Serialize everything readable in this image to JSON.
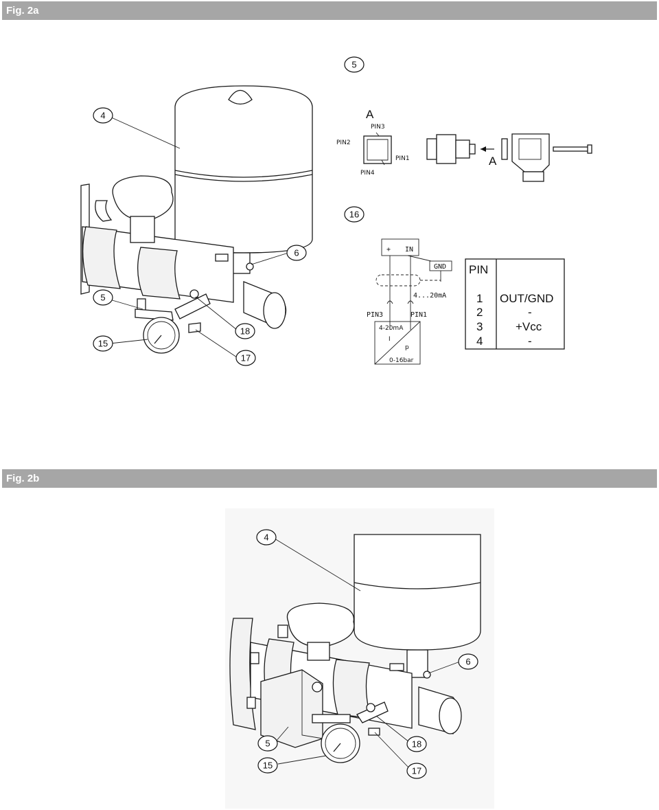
{
  "figures": {
    "fig_a": {
      "title": "Fig. 2a",
      "callouts": {
        "c4": "4",
        "c5": "5",
        "c15": "15",
        "c18": "18",
        "c17": "17",
        "c6": "6",
        "c5_top": "5",
        "c16": "16"
      },
      "sensor": {
        "view_a": "A",
        "arrow_a": "A",
        "pin1": "PIN1",
        "pin2": "PIN2",
        "pin3": "PIN3",
        "pin4": "PIN4"
      },
      "wiring": {
        "plus": "+",
        "in": "IN",
        "gnd": "GND",
        "current": "4...20mA",
        "pin3": "PIN3",
        "pin1": "PIN1",
        "box_range": "4-20mA",
        "box_i": "I",
        "box_p": "p",
        "box_bar": "0-16bar"
      },
      "pin_table": {
        "header": "PIN",
        "rows": [
          {
            "pin": "1",
            "function": "OUT/GND"
          },
          {
            "pin": "2",
            "function": "-"
          },
          {
            "pin": "3",
            "function": "+Vcc"
          },
          {
            "pin": "4",
            "function": "-"
          }
        ]
      }
    },
    "fig_b": {
      "title": "Fig. 2b",
      "callouts": {
        "c4": "4",
        "c6": "6",
        "c5": "5",
        "c18": "18",
        "c15": "15",
        "c17": "17"
      }
    }
  }
}
